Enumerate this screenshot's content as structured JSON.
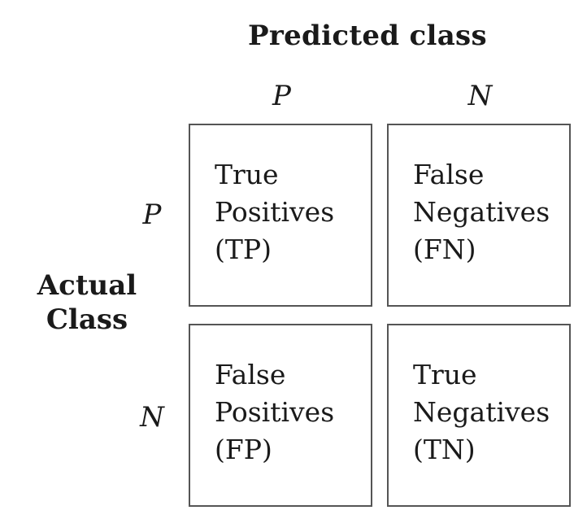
{
  "title": "Predicted class",
  "columns": [
    "P",
    "N"
  ],
  "rows": [
    "P",
    "N"
  ],
  "side_label": [
    "Actual",
    "Class"
  ],
  "cells": {
    "tp": [
      "True",
      "Positives",
      "(TP)"
    ],
    "fn": [
      "False",
      "Negatives",
      "(FN)"
    ],
    "fp": [
      "False",
      "Positives",
      "(FP)"
    ],
    "tn": [
      "True",
      "Negatives",
      "(TN)"
    ]
  }
}
